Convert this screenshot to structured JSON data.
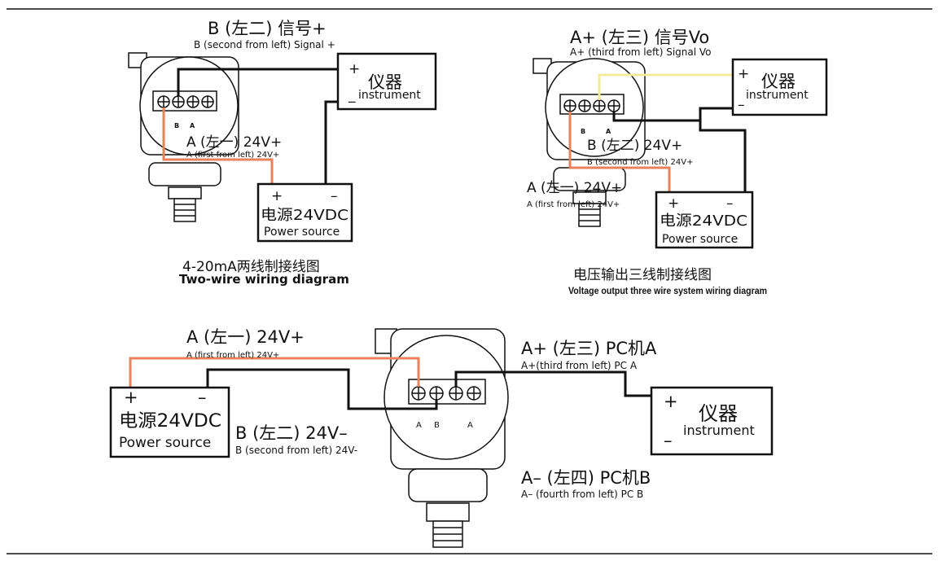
{
  "colors": {
    "wire_black": "#111111",
    "wire_orange": "#e8825a",
    "wire_yellow": "#f2ec9a",
    "line": "#111111"
  },
  "diagram1": {
    "b_label_cn": "B (左二) 信号+",
    "b_label_en": "B (second from left) Signal +",
    "a_label_cn": "A (左一) 24V+",
    "a_label_en": "A (first from left) 24V+",
    "term_b": "B",
    "term_a": "A",
    "instrument_plus": "+",
    "instrument_minus": "_",
    "instrument_cn": "仪器",
    "instrument_en": "instrument",
    "power_plus": "+",
    "power_minus": "–",
    "power_cn": "电源24VDC",
    "power_en": "Power source",
    "caption_cn": "4-20mA两线制接线图",
    "caption_en": "Two-wire wiring diagram"
  },
  "diagram2": {
    "aplus_label_cn": "A+ (左三) 信号Vo",
    "aplus_label_en": "A+ (third from left) Signal Vo",
    "b_label_cn": "B (左二) 24V+",
    "b_label_en": "B (second from left) 24V+",
    "a_label_cn": "A (左一) 24V+",
    "a_label_en": "A (first from left) 24V+",
    "term_b": "B",
    "term_a": "A",
    "instrument_plus": "+",
    "instrument_minus": "–",
    "instrument_cn": "仪器",
    "instrument_en": "instrument",
    "power_plus": "+",
    "power_minus": "–",
    "power_cn": "电源24VDC",
    "power_en": "Power source",
    "caption_cn": "电压输出三线制接线图",
    "caption_en": "Voltage output three wire system wiring diagram"
  },
  "diagram3": {
    "a_label_cn": "A (左一) 24V+",
    "a_label_en": "A (first from left) 24V+",
    "b_label_cn": "B (左二) 24V–",
    "b_label_en": "B (second from left) 24V-",
    "aplus_label_cn": "A+ (左三) PC机A",
    "aplus_label_en": "A+(third from left) PC A",
    "aminus_label_cn": "A– (左四) PC机B",
    "aminus_label_en": "A– (fourth from left) PC B",
    "term_a1": "A",
    "term_b": "B",
    "term_a2": "A",
    "power_plus": "+",
    "power_minus": "–",
    "power_cn": "电源24VDC",
    "power_en": "Power source",
    "instrument_plus": "+",
    "instrument_minus": "–",
    "instrument_cn": "仪器",
    "instrument_en": "instrument"
  }
}
